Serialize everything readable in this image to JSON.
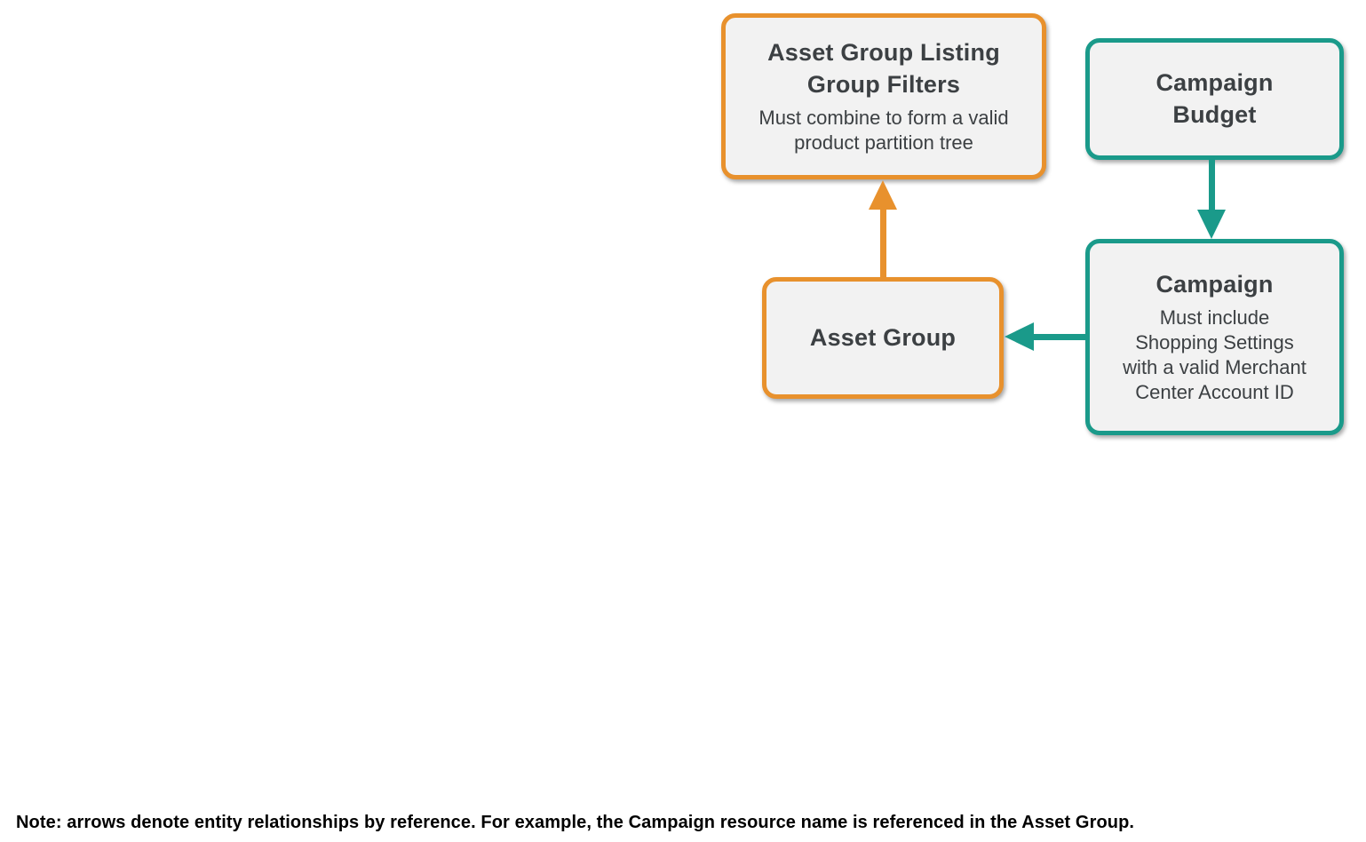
{
  "colors": {
    "orange": "#E8912D",
    "teal": "#1A9A8A",
    "box-bg": "#F2F2F2",
    "title-color": "#3C4043",
    "note-color": "#000000"
  },
  "diagram": {
    "nodes": {
      "listing_filters": {
        "title": "Asset Group Listing\nGroup Filters",
        "subtitle": "Must combine to form a valid\nproduct partition tree",
        "border_color": "#E8912D"
      },
      "campaign_budget": {
        "title": "Campaign\nBudget",
        "border_color": "#1A9A8A"
      },
      "campaign": {
        "title": "Campaign",
        "subtitle": "Must include\nShopping Settings\nwith a valid Merchant\nCenter Account ID",
        "border_color": "#1A9A8A"
      },
      "asset_group": {
        "title": "Asset Group",
        "border_color": "#E8912D"
      }
    },
    "edges": [
      {
        "from": "asset_group",
        "to": "listing_filters",
        "direction": "up",
        "color": "#E8912D"
      },
      {
        "from": "campaign_budget",
        "to": "campaign",
        "direction": "down",
        "color": "#1A9A8A"
      },
      {
        "from": "campaign",
        "to": "asset_group",
        "direction": "left",
        "color": "#1A9A8A"
      }
    ],
    "note": "Note: arrows denote entity relationships by reference. For example, the Campaign resource name is referenced in the Asset Group."
  }
}
